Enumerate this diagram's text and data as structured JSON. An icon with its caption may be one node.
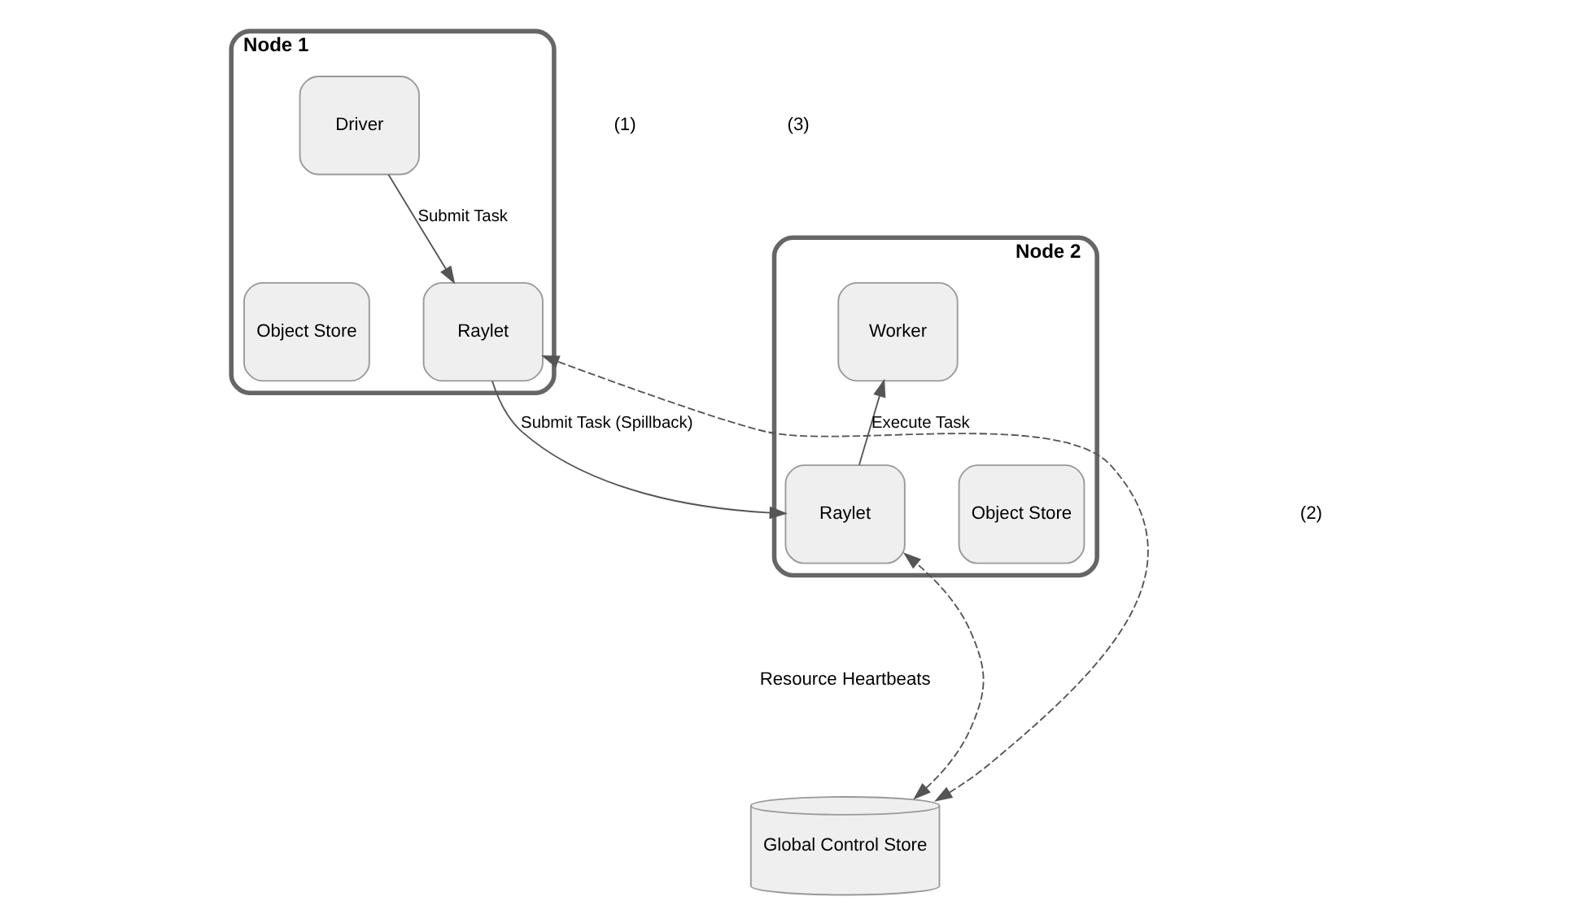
{
  "diagram": {
    "nodes": [
      {
        "text": [
          "Node 1"
        ]
      },
      {
        "text": [
          "Driver"
        ],
        "in": 0
      },
      {
        "text": [
          "Object Store"
        ],
        "in": 0
      },
      {
        "text": [
          "Raylet"
        ],
        "in": 0
      },
      {
        "text": [
          "Node 2"
        ]
      },
      {
        "text": [
          "Worker"
        ],
        "in": 4
      },
      {
        "text": [
          "Raylet"
        ],
        "in": 4
      },
      {
        "text": [
          "Object Store"
        ],
        "in": 4
      },
      {
        "text": [
          "Global Control Store"
        ]
      }
    ],
    "edges": [
      {
        "from": 1,
        "to": 3,
        "arrow": "to",
        "label": "Submit Task"
      },
      {
        "from": 3,
        "to": 6,
        "arrow": "to",
        "label": "Submit Task (Spillback)"
      },
      {
        "from": 6,
        "to": 5,
        "arrow": "to",
        "label": "Execute Task"
      },
      {
        "from": 8,
        "to": 3,
        "arrow": "both",
        "style": "dashed"
      },
      {
        "from": 8,
        "to": 6,
        "arrow": "both",
        "style": "dashed"
      }
    ],
    "labels": [
      "(1)",
      "(2)",
      "(3)",
      "Resource Heartbeats"
    ]
  }
}
